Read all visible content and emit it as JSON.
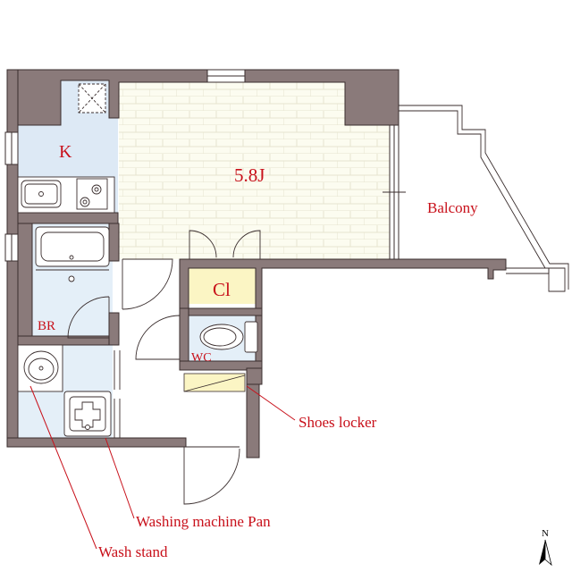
{
  "rooms": {
    "kitchen": "K",
    "main_room": "5.8J",
    "balcony": "Balcony",
    "closet": "Cl",
    "bathroom": "BR",
    "toilet": "WC"
  },
  "callouts": {
    "shoes_locker": "Shoes locker",
    "washing_machine_pan": "Washing machine Pan",
    "wash_stand": "Wash stand"
  },
  "compass": {
    "north": "N"
  },
  "colors": {
    "wall": "#8a7a7a",
    "wall_stroke": "#3a2e2e",
    "kitchen_fill": "#dde9f5",
    "wet_area_fill": "#e4eff8",
    "floor_fill": "#fcfcf0",
    "closet_fill": "#fbf5c4",
    "label_red": "#c8101a",
    "leader_line": "#c8101a"
  }
}
